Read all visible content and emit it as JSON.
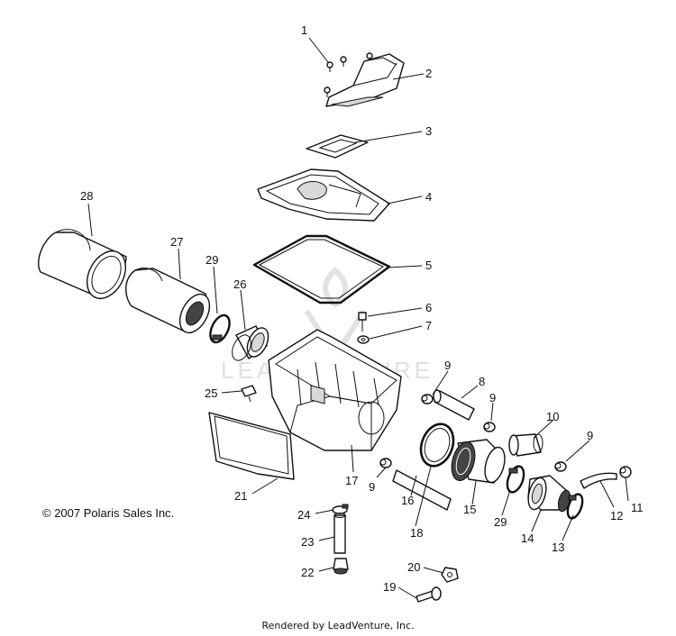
{
  "copyright": "© 2007 Polaris Sales Inc.",
  "footer": "Rendered by LeadVenture, Inc.",
  "watermark": "LEADVENTURE",
  "callouts": {
    "c1": "1",
    "c2": "2",
    "c3": "3",
    "c4": "4",
    "c5": "5",
    "c6": "6",
    "c7": "7",
    "c8": "8",
    "c9a": "9",
    "c9b": "9",
    "c9c": "9",
    "c9d": "9",
    "c10": "10",
    "c11": "11",
    "c12": "12",
    "c13": "13",
    "c14": "14",
    "c15": "15",
    "c16": "16",
    "c17": "17",
    "c18": "18",
    "c19": "19",
    "c20": "20",
    "c21": "21",
    "c22": "22",
    "c23": "23",
    "c24": "24",
    "c25": "25",
    "c26": "26",
    "c27": "27",
    "c28": "28",
    "c29a": "29",
    "c29b": "29"
  }
}
